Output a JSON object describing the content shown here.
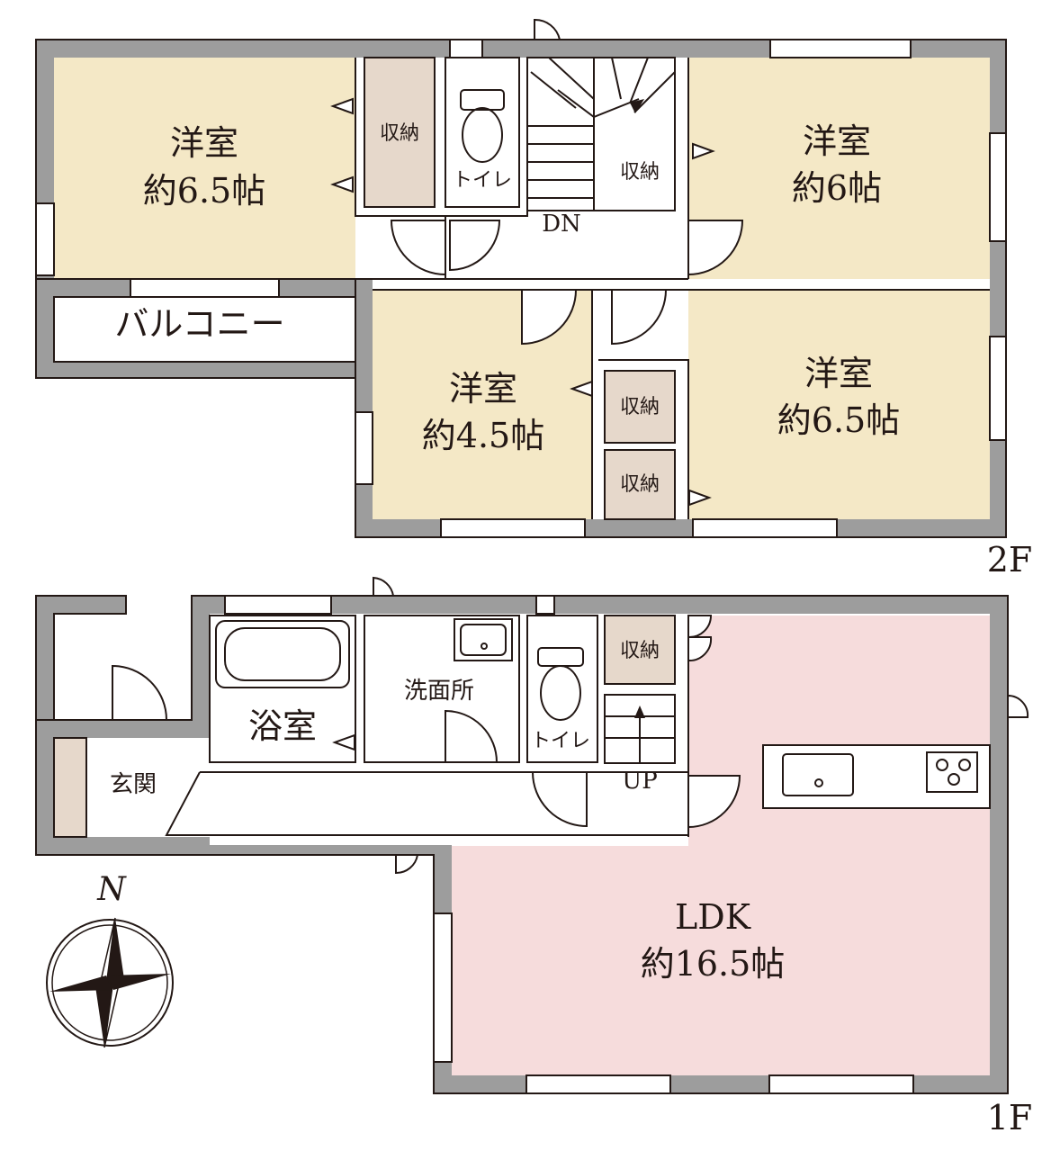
{
  "floors": {
    "second": {
      "label": "2F",
      "rooms": {
        "western_nw": {
          "name": "洋室",
          "size": "約6.5帖"
        },
        "western_ne": {
          "name": "洋室",
          "size": "約6帖"
        },
        "western_center": {
          "name": "洋室",
          "size": "約4.5帖"
        },
        "western_se": {
          "name": "洋室",
          "size": "約6.5帖"
        }
      },
      "storage_label": "収納",
      "toilet_label": "トイレ",
      "balcony_label": "バルコニー",
      "stair_label": "DN"
    },
    "first": {
      "label": "1F",
      "rooms": {
        "ldk": {
          "name": "LDK",
          "size": "約16.5帖"
        },
        "bath": {
          "name": "浴室"
        },
        "washroom": {
          "name": "洗面所"
        },
        "entrance": {
          "name": "玄関"
        }
      },
      "storage_label": "収納",
      "toilet_label": "トイレ",
      "stair_label": "UP"
    }
  },
  "compass": {
    "north_label": "N",
    "icon": "compass-rose-icon"
  },
  "colors": {
    "wall": "#9d9d9d",
    "western_room": "#f4e8c6",
    "storage": "#e6d8cb",
    "ldk": "#f6dcdc",
    "entrance_floor": "#e6d8cb",
    "line": "#231815"
  }
}
